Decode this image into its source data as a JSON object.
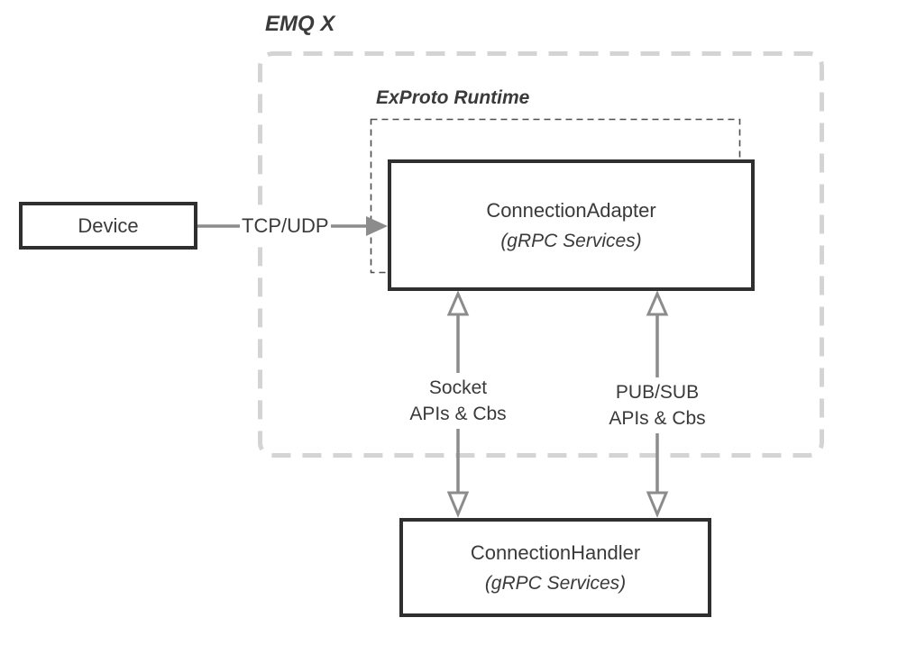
{
  "diagram": {
    "emqx_label": "EMQ X",
    "exproto_runtime_label": "ExProto Runtime",
    "nodes": {
      "device": {
        "label": "Device"
      },
      "connection_adapter": {
        "title": "ConnectionAdapter",
        "subtitle": "(gRPC Services)"
      },
      "connection_handler": {
        "title": "ConnectionHandler",
        "subtitle": "(gRPC Services)"
      }
    },
    "edges": {
      "tcp_udp": {
        "label": "TCP/UDP"
      },
      "socket": {
        "line1": "Socket",
        "line2": "APIs & Cbs"
      },
      "pubsub": {
        "line1": "PUB/SUB",
        "line2": "APIs & Cbs"
      }
    },
    "colors": {
      "node_border": "#2f2f2f",
      "text": "#3a3a3a",
      "arrow_gray": "#8c8c8c",
      "outer_dashed_border": "#d4d4d4",
      "inner_dashed_border": "#4d4d4d",
      "background": "#ffffff"
    }
  }
}
